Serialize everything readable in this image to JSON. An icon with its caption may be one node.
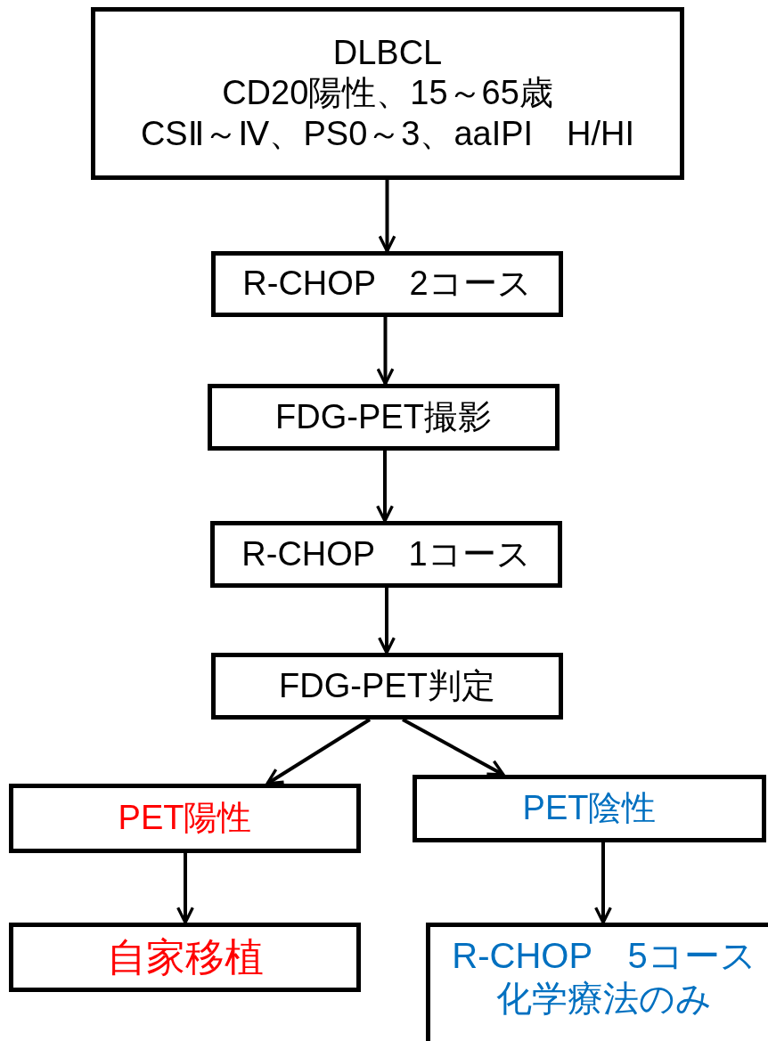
{
  "diagram": {
    "nodes": [
      {
        "text": [
          "DLBCL",
          "CD20陽性、15～65歳",
          "CSⅡ～Ⅳ、PS0～3、aaIPI　H/HI"
        ]
      },
      {
        "text": [
          "R-CHOP　2コース"
        ]
      },
      {
        "text": [
          "FDG-PET撮影"
        ]
      },
      {
        "text": [
          "R-CHOP　1コース"
        ]
      },
      {
        "text": [
          "FDG-PET判定"
        ]
      },
      {
        "text": [
          "PET陽性"
        ]
      },
      {
        "text": [
          "PET陰性"
        ]
      },
      {
        "text": [
          "自家移植"
        ]
      },
      {
        "text": [
          "R-CHOP　5コース",
          "化学療法のみ"
        ]
      }
    ],
    "edges": [
      {
        "from": 0,
        "to": 1,
        "arrow": "to"
      },
      {
        "from": 1,
        "to": 2,
        "arrow": "to"
      },
      {
        "from": 2,
        "to": 3,
        "arrow": "to"
      },
      {
        "from": 3,
        "to": 4,
        "arrow": "to"
      },
      {
        "from": 4,
        "to": 5,
        "arrow": "to"
      },
      {
        "from": 4,
        "to": 6,
        "arrow": "to"
      },
      {
        "from": 5,
        "to": 7,
        "arrow": "to"
      },
      {
        "from": 6,
        "to": 8,
        "arrow": "to"
      }
    ]
  }
}
